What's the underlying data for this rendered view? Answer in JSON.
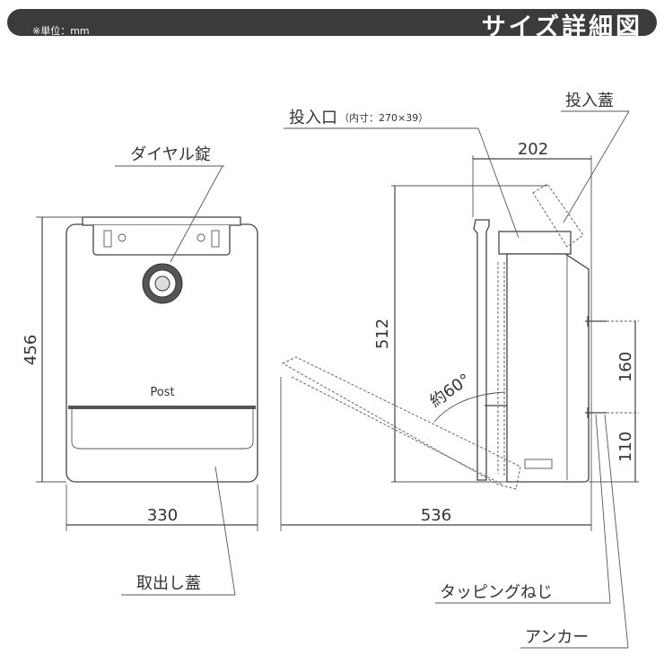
{
  "header": {
    "unit_note": "※単位：mm",
    "title": "サイズ詳細図"
  },
  "front_view": {
    "post_label": "Post",
    "dim_height": "456",
    "dim_width": "330",
    "callout_lock": "ダイヤル錠",
    "callout_takeout_lid": "取出し蓋"
  },
  "side_view": {
    "dim_height": "512",
    "dim_depth_total": "536",
    "dim_depth_top": "202",
    "dim_screw_spacing": "160",
    "dim_screw_bottom": "110",
    "angle_label": "約60°",
    "callout_slot": "投入口",
    "callout_slot_inner": "（内寸：270×39）",
    "callout_slot_lid": "投入蓋",
    "callout_screw": "タッピングねじ",
    "callout_anchor": "アンカー"
  },
  "colors": {
    "header_bg": "#3b3b3b",
    "line": "#444444"
  }
}
